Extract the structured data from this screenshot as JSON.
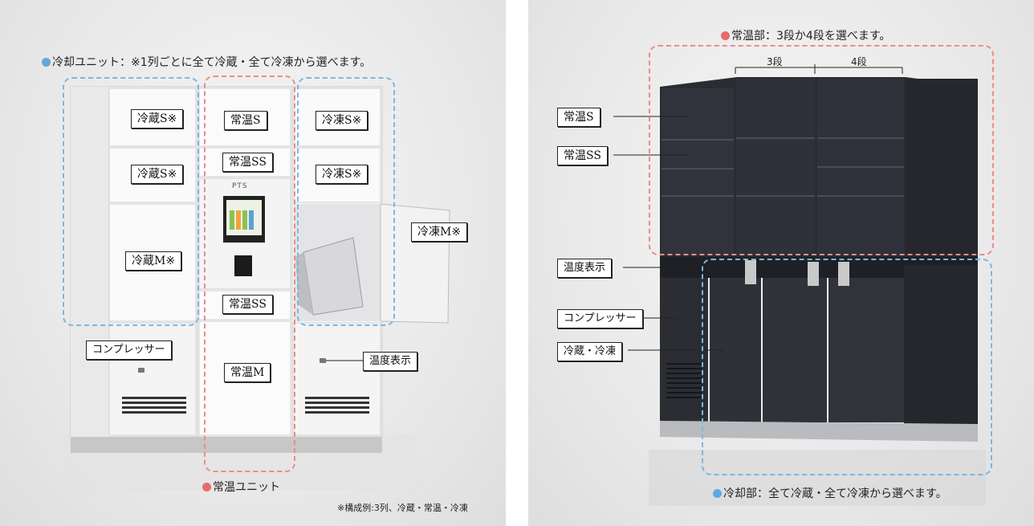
{
  "left": {
    "top_caption": "冷却ユニット：※1列ごとに全て冷蔵・全て冷凍から選べます。",
    "bottom_caption": "常温ユニット",
    "note": "※構成例:3列、冷蔵・常温・冷凍",
    "brand": "PTS",
    "labels": {
      "reizo_s_1": "冷蔵S※",
      "reizo_s_2": "冷蔵S※",
      "reizo_m": "冷蔵M※",
      "jouon_s": "常温S",
      "jouon_ss_1": "常温SS",
      "jouon_ss_2": "常温SS",
      "jouon_m": "常温M",
      "reito_s_1": "冷凍S※",
      "reito_s_2": "冷凍S※",
      "reito_m": "冷凍M※",
      "compressor": "コンプレッサー",
      "temp_display": "温度表示"
    }
  },
  "right": {
    "top_caption": "常温部：3段か4段を選べます。",
    "bottom_caption": "冷却部：全て冷蔵・全て冷凍から選べます。",
    "dim_3": "3段",
    "dim_4": "4段",
    "labels": {
      "jouon_s": "常温S",
      "jouon_ss": "常温SS",
      "temp_display": "温度表示",
      "compressor": "コンプレッサー",
      "reizo_reito": "冷蔵・冷凍"
    }
  },
  "colors": {
    "cooling_blue": "#7ab6e4",
    "ambient_red": "#ec8b8b"
  }
}
